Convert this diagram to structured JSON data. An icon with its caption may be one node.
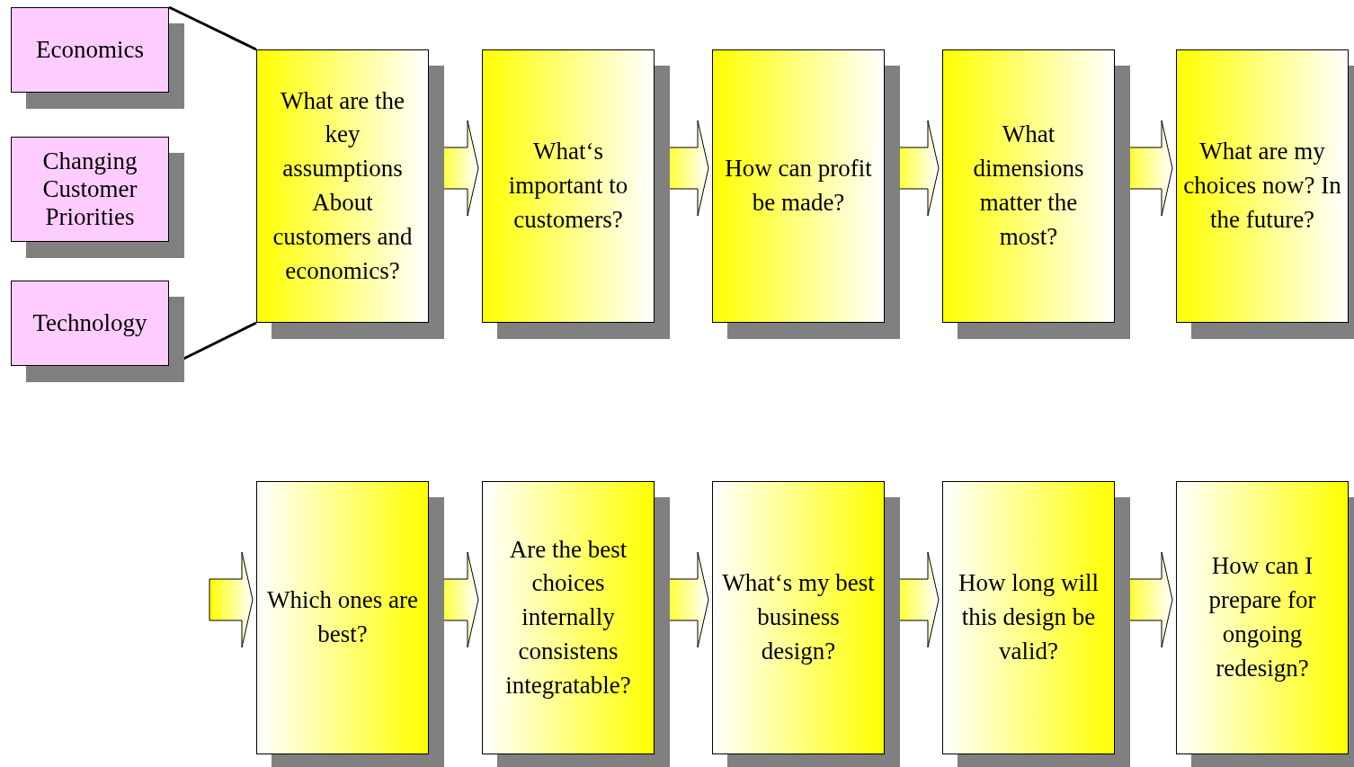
{
  "diagram": {
    "nodes": [
      {
        "text": [
          "Economics"
        ]
      },
      {
        "text": [
          "Changing Customer Priorities"
        ]
      },
      {
        "text": [
          "Technology"
        ]
      },
      {
        "text": [
          "What are the key assumptions About customers and economics?"
        ]
      },
      {
        "text": [
          "What‘s important to customers?"
        ]
      },
      {
        "text": [
          "How can profit be made?"
        ]
      },
      {
        "text": [
          "What dimensions matter the most?"
        ]
      },
      {
        "text": [
          "What are my choices now? In the future?"
        ]
      },
      {
        "text": [
          "Which ones are best?"
        ]
      },
      {
        "text": [
          "Are the best choices internally consistens integratable?"
        ]
      },
      {
        "text": [
          "What‘s my best business design?"
        ]
      },
      {
        "text": [
          "How long will this design be valid?"
        ]
      },
      {
        "text": [
          "How can I prepare for ongoing redesign?"
        ]
      }
    ],
    "edges": [
      {
        "from": 0,
        "to": 3,
        "arrow": "none"
      },
      {
        "from": 2,
        "to": 3,
        "arrow": "none"
      },
      {
        "from": 3,
        "to": 4,
        "arrow": "to"
      },
      {
        "from": 4,
        "to": 5,
        "arrow": "to"
      },
      {
        "from": 5,
        "to": 6,
        "arrow": "to"
      },
      {
        "from": 6,
        "to": 7,
        "arrow": "to"
      },
      {
        "from": null,
        "to": 8,
        "arrow": "to"
      },
      {
        "from": 8,
        "to": 9,
        "arrow": "to"
      },
      {
        "from": 9,
        "to": 10,
        "arrow": "to"
      },
      {
        "from": 10,
        "to": 11,
        "arrow": "to"
      },
      {
        "from": 11,
        "to": 12,
        "arrow": "to"
      }
    ]
  }
}
